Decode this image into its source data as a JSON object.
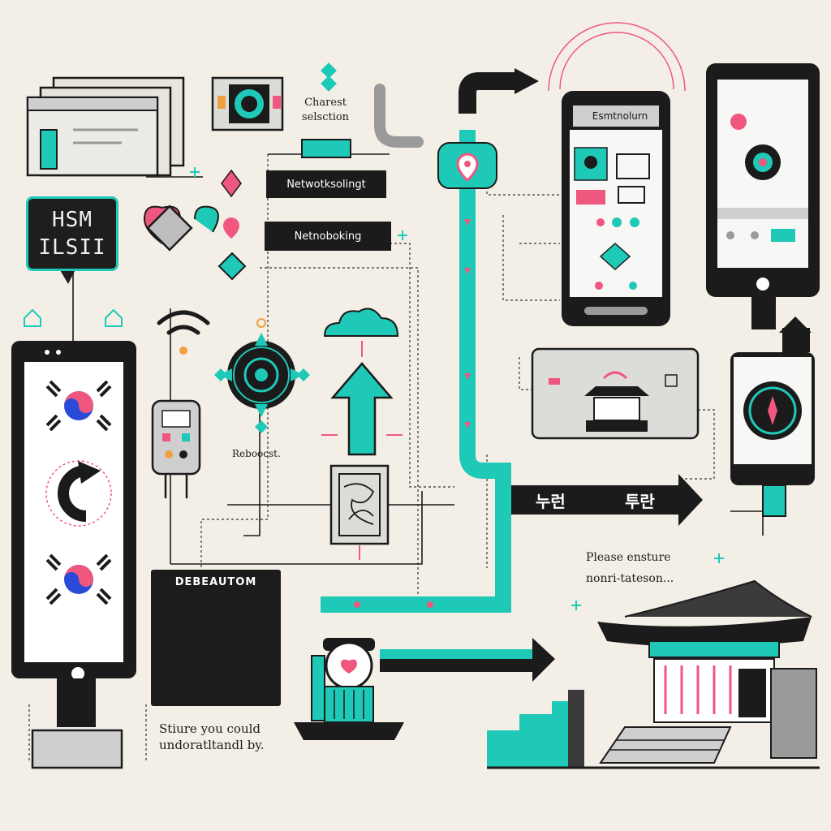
{
  "labels": {
    "hsm_line1": "HSM",
    "hsm_line2": "ILSII",
    "charset_line1": "Charest",
    "charset_line2": "selsction",
    "networking_settings": "Netwotksolingt",
    "networking": "Netnoboking",
    "reboot": "Reboocst.",
    "phone_title": "Esmtnolurn",
    "debug_title": "DEBEAUTOM",
    "korean_left": "누런",
    "korean_right": "투란",
    "notice_line1": "Please ensture",
    "notice_line2": "nonri-tateson...",
    "bottom_line1": "Stiure you could",
    "bottom_line2": "undoratltandl by."
  },
  "colors": {
    "background": "#f3efe6",
    "teal": "#1ec9b8",
    "pink": "#f0577f",
    "dark": "#1b1b1b",
    "panel_grey": "#d9d9d6"
  },
  "icons": {
    "wifi": "wifi-icon",
    "cloud": "cloud-icon",
    "heart": "heart-icon",
    "mandala": "mandala-icon",
    "location": "location-pin-icon",
    "refresh": "refresh-arrow-icon",
    "taegeuk": "taegeuk-flag-icon",
    "pagoda": "hanok-building-icon"
  }
}
